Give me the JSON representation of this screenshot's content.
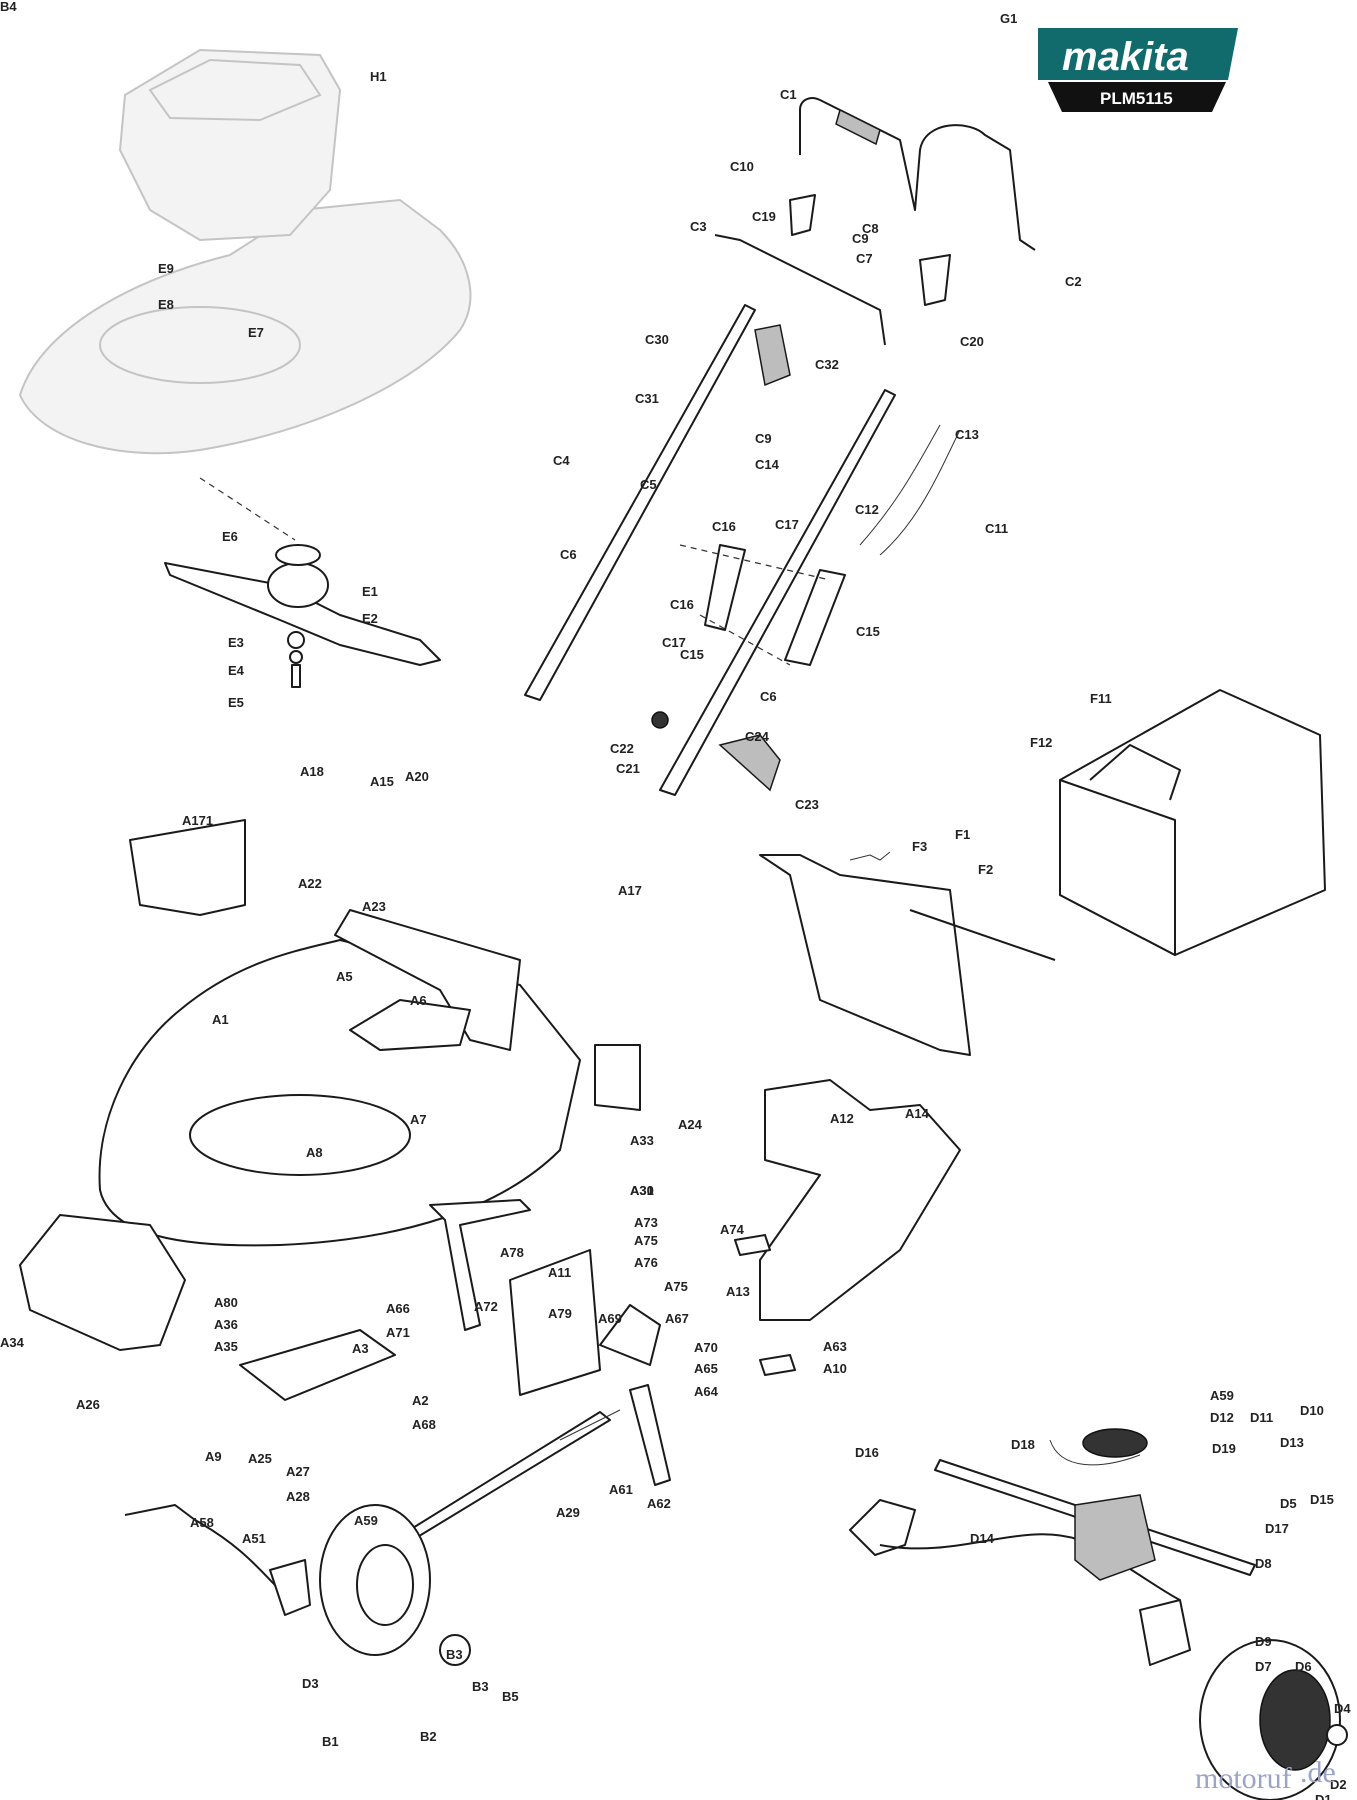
{
  "brand": {
    "logo_text": "makita",
    "model": "PLM5115",
    "logo_color": "#116a6c",
    "model_bar_color": "#111111"
  },
  "watermark": {
    "main": "motoruf",
    "suffix": ".de",
    "color": "#9aa3c8"
  },
  "labels": [
    "G1",
    "H1",
    "C1",
    "C10",
    "C19",
    "C8",
    "C9",
    "C7",
    "C3",
    "C2",
    "C20",
    "C30",
    "C32",
    "C31",
    "C9",
    "C14",
    "C13",
    "C4",
    "C5",
    "C12",
    "C11",
    "C16",
    "C17",
    "C6",
    "C15",
    "C16",
    "C17",
    "C15",
    "C6",
    "C22",
    "C21",
    "C24",
    "C23",
    "E9",
    "E8",
    "E7",
    "E6",
    "E1",
    "E2",
    "E3",
    "E4",
    "E5",
    "A18",
    "A15",
    "A20",
    "A171",
    "A22",
    "A23",
    "A17",
    "F3",
    "F1",
    "F2",
    "F11",
    "F12",
    "A5",
    "A6",
    "A1",
    "A7",
    "A8",
    "A24",
    "A12",
    "A14",
    "A33",
    "A31",
    "A30",
    "A73",
    "A75",
    "A78",
    "A76",
    "A75",
    "A74",
    "A13",
    "A11",
    "A79",
    "A69",
    "A67",
    "A66",
    "A71",
    "A72",
    "A80",
    "A36",
    "A35",
    "A34",
    "A3",
    "A26",
    "A2",
    "A68",
    "A70",
    "A65",
    "A64",
    "A63",
    "A10",
    "A9",
    "A25",
    "A27",
    "A28",
    "A29",
    "A61",
    "A62",
    "A59",
    "A58",
    "A51",
    "A59",
    "D12",
    "D11",
    "D10",
    "D18",
    "D19",
    "D13",
    "D16",
    "D5",
    "D15",
    "D17",
    "D14",
    "D8",
    "D9",
    "D7",
    "D6",
    "D4",
    "D2",
    "D1",
    "D3",
    "B3",
    "B3",
    "B5",
    "B1",
    "B2",
    "B4"
  ]
}
